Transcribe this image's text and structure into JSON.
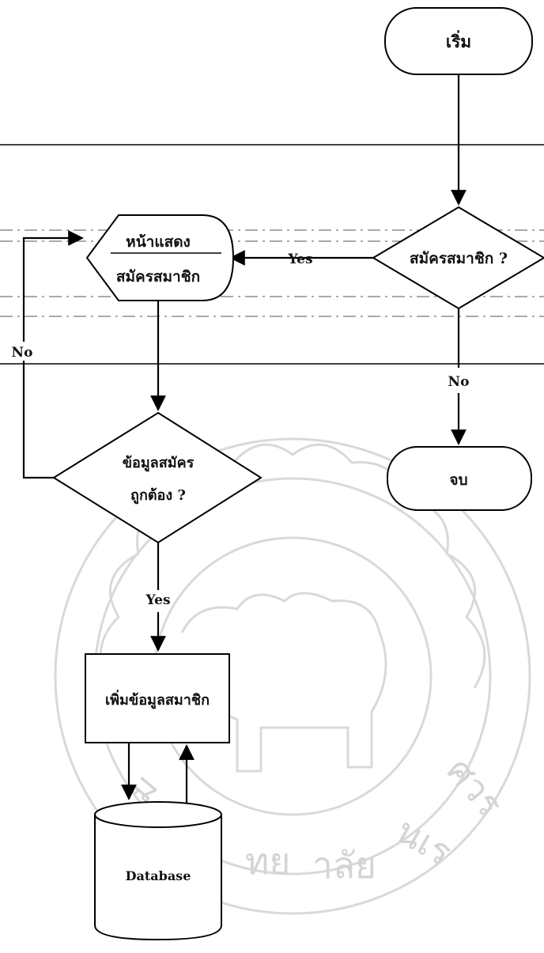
{
  "nodes": {
    "start": "เริ่ม",
    "decision_register": "สมัครสมาชิก ?",
    "display_line1": "หน้าแสดง",
    "display_line2": "สมัครสมาชิก",
    "end": "จบ",
    "decision_valid_line1": "ข้อมูลสมัคร",
    "decision_valid_line2": "ถูกต้อง ?",
    "process_add": "เพิ่มข้อมูลสมาชิก",
    "database": "Database"
  },
  "edges": {
    "yes_register": "Yes",
    "no_register": "No",
    "no_valid": "No",
    "yes_valid": "Yes"
  },
  "colors": {
    "stroke": "#000000",
    "watermark": "#d9d9d9"
  }
}
